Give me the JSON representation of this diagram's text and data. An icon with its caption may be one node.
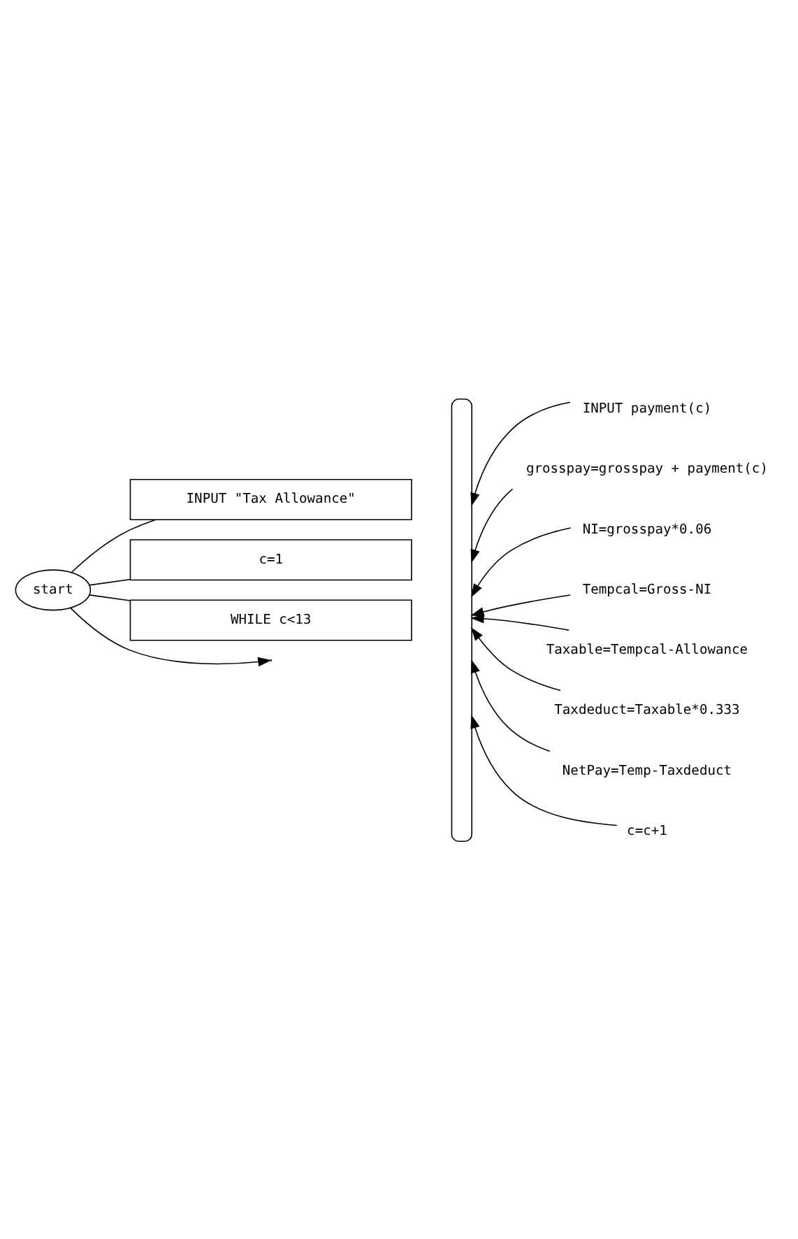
{
  "diagram": {
    "nodes": [
      {
        "text": [
          "start"
        ]
      },
      {
        "text": [
          "INPUT \"Tax Allowance\""
        ]
      },
      {
        "text": [
          "c=1"
        ]
      },
      {
        "text": [
          "WHILE c<13"
        ]
      },
      {
        "text": [],
        "shape": "bar"
      },
      {
        "text": [
          "INPUT payment(c)"
        ]
      },
      {
        "text": [
          "grosspay=grosspay + payment(c)"
        ]
      },
      {
        "text": [
          "NI=grosspay*0.06"
        ]
      },
      {
        "text": [
          "Tempcal=Gross-NI"
        ]
      },
      {
        "text": [
          "Taxable=Tempcal-Allowance"
        ]
      },
      {
        "text": [
          "Taxdeduct=Taxable*0.333"
        ]
      },
      {
        "text": [
          "NetPay=Temp-Taxdeduct"
        ]
      },
      {
        "text": [
          "c=c+1"
        ]
      }
    ],
    "edges": [
      {
        "from": 0,
        "to": 1,
        "arrow": "none"
      },
      {
        "from": 0,
        "to": 2,
        "arrow": "none"
      },
      {
        "from": 0,
        "to": 3,
        "arrow": "none"
      },
      {
        "from": 0,
        "to": null,
        "arrow": "to"
      },
      {
        "from": 5,
        "to": 4,
        "arrow": "to"
      },
      {
        "from": 6,
        "to": 4,
        "arrow": "to"
      },
      {
        "from": 7,
        "to": 4,
        "arrow": "to"
      },
      {
        "from": 8,
        "to": 4,
        "arrow": "to"
      },
      {
        "from": 9,
        "to": 4,
        "arrow": "to"
      },
      {
        "from": 10,
        "to": 4,
        "arrow": "to"
      },
      {
        "from": 11,
        "to": 4,
        "arrow": "to"
      },
      {
        "from": 12,
        "to": 4,
        "arrow": "to"
      }
    ]
  }
}
